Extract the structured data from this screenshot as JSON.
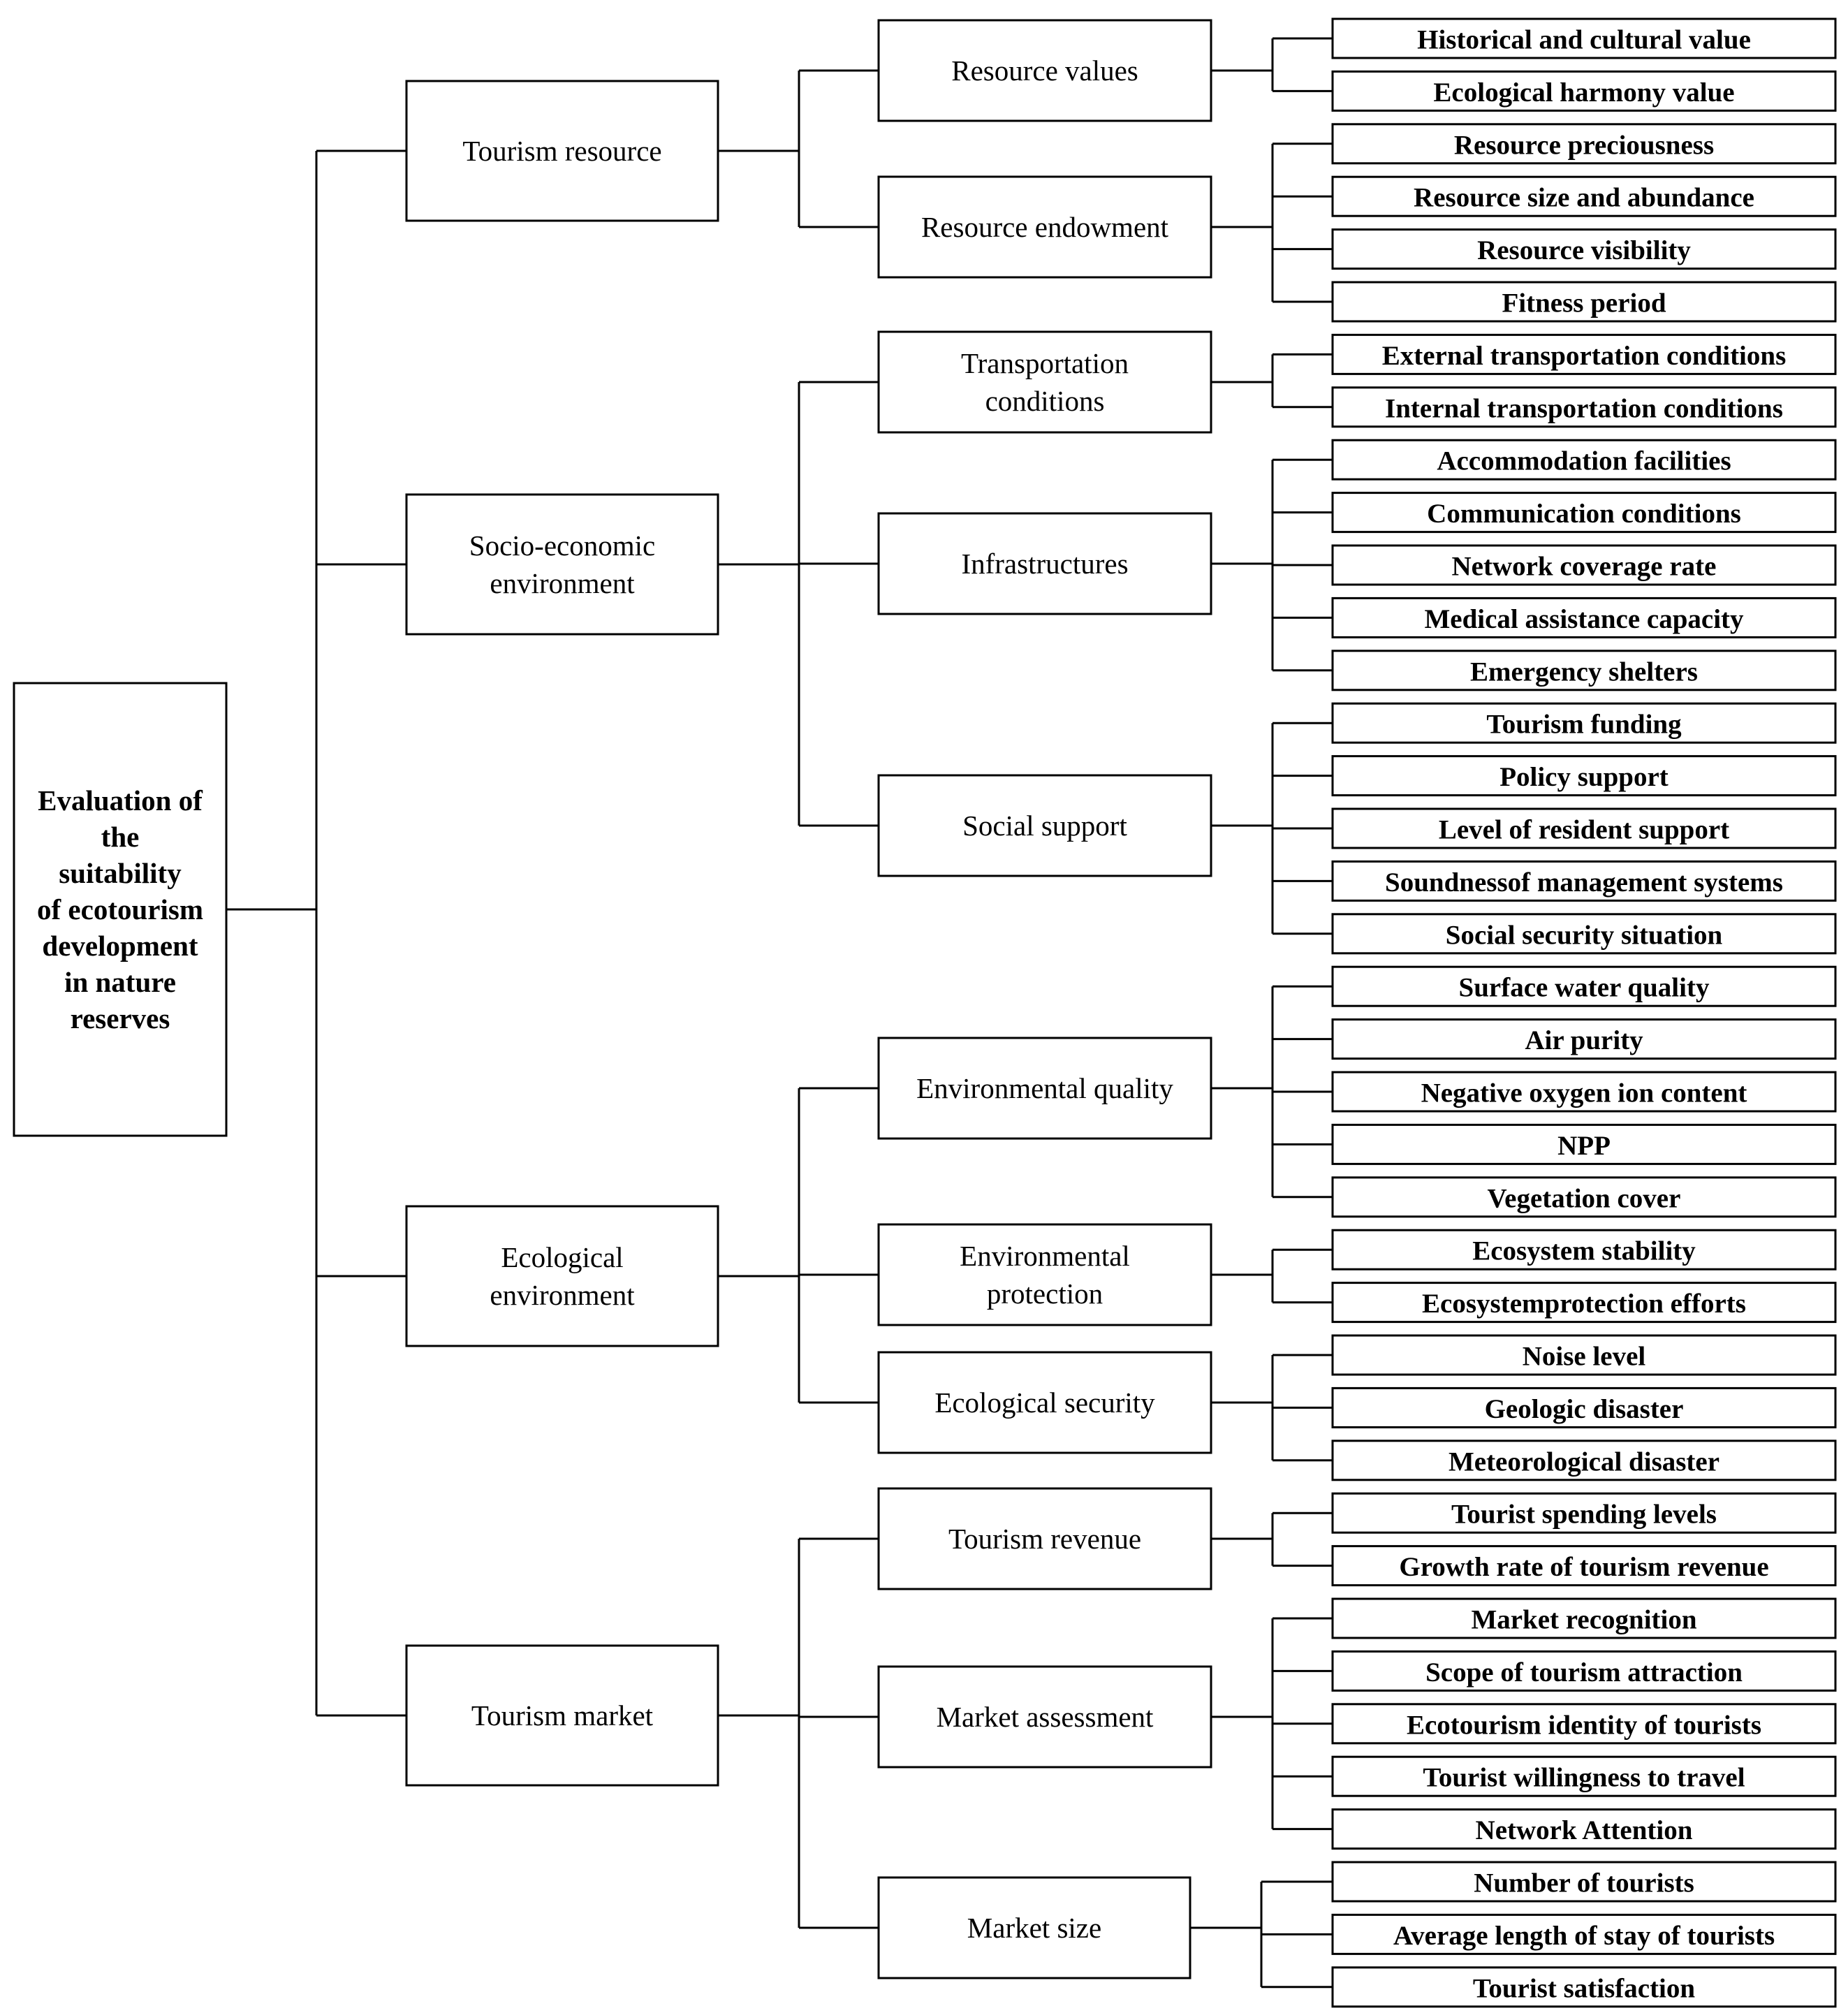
{
  "root": "Evaluation of the suitability of ecotourism development in nature reserves",
  "categories": [
    {
      "label": "Tourism resource",
      "groups": [
        {
          "label": "Resource values",
          "items": [
            "Historical and cultural value",
            "Ecological harmony value"
          ]
        },
        {
          "label": "Resource endowment",
          "items": [
            "Resource preciousness",
            "Resource size and abundance",
            "Resource visibility",
            "Fitness period"
          ]
        }
      ]
    },
    {
      "label": "Socio-economic environment",
      "groups": [
        {
          "label": "Transportation conditions",
          "items": [
            "External transportation conditions",
            "Internal transportation conditions"
          ]
        },
        {
          "label": "Infrastructures",
          "items": [
            "Accommodation facilities",
            "Communication conditions",
            "Network coverage rate",
            "Medical assistance capacity",
            "Emergency shelters"
          ]
        },
        {
          "label": "Social support",
          "items": [
            "Tourism funding",
            "Policy support",
            "Level of resident support",
            "Soundnessof management systems",
            "Social security situation"
          ]
        }
      ]
    },
    {
      "label": "Ecological environment",
      "groups": [
        {
          "label": "Environmental quality",
          "items": [
            "Surface water quality",
            "Air purity",
            "Negative oxygen ion content",
            "NPP",
            "Vegetation cover"
          ]
        },
        {
          "label": "Environmental protection",
          "items": [
            "Ecosystem stability",
            "Ecosystemprotection efforts"
          ]
        },
        {
          "label": "Ecological security",
          "items": [
            "Noise level",
            "Geologic disaster",
            "Meteorological disaster"
          ]
        }
      ]
    },
    {
      "label": "Tourism market",
      "groups": [
        {
          "label": "Tourism revenue",
          "items": [
            "Tourist spending levels",
            "Growth rate of tourism revenue"
          ]
        },
        {
          "label": "Market assessment",
          "items": [
            "Market recognition",
            "Scope of tourism attraction",
            "Ecotourism identity of tourists",
            "Tourist willingness to travel",
            "Network Attention"
          ]
        },
        {
          "label": "Market size",
          "items": [
            "Number of tourists",
            "Average length of stay of tourists",
            "Tourist satisfaction"
          ]
        }
      ]
    }
  ]
}
